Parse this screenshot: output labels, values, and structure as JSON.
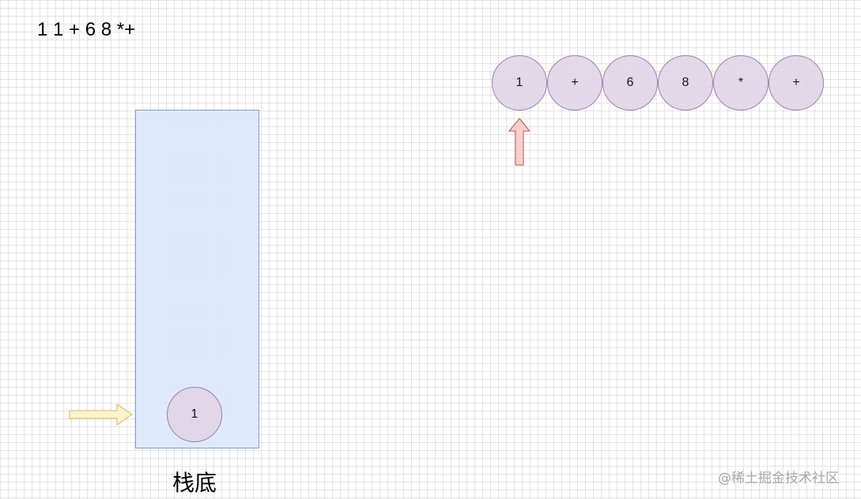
{
  "expression": "1 1 + 6 8 *+",
  "input_sequence": [
    {
      "label": "1"
    },
    {
      "label": "+"
    },
    {
      "label": "6"
    },
    {
      "label": "8"
    },
    {
      "label": "*"
    },
    {
      "label": "+"
    }
  ],
  "stack": {
    "items": [
      "1"
    ],
    "bottom_label": "栈底"
  },
  "watermark": "@稀土掘金技术社区",
  "colors": {
    "stack_fill": "#dae8fc",
    "stack_stroke": "#6c8ebf",
    "node_fill": "#e1d5e7",
    "node_stroke": "#9673a6",
    "pointer_arrow_fill": "#f8cecc",
    "pointer_arrow_stroke": "#b85450",
    "push_arrow_fill": "#fff2cc",
    "push_arrow_stroke": "#d6b656"
  }
}
